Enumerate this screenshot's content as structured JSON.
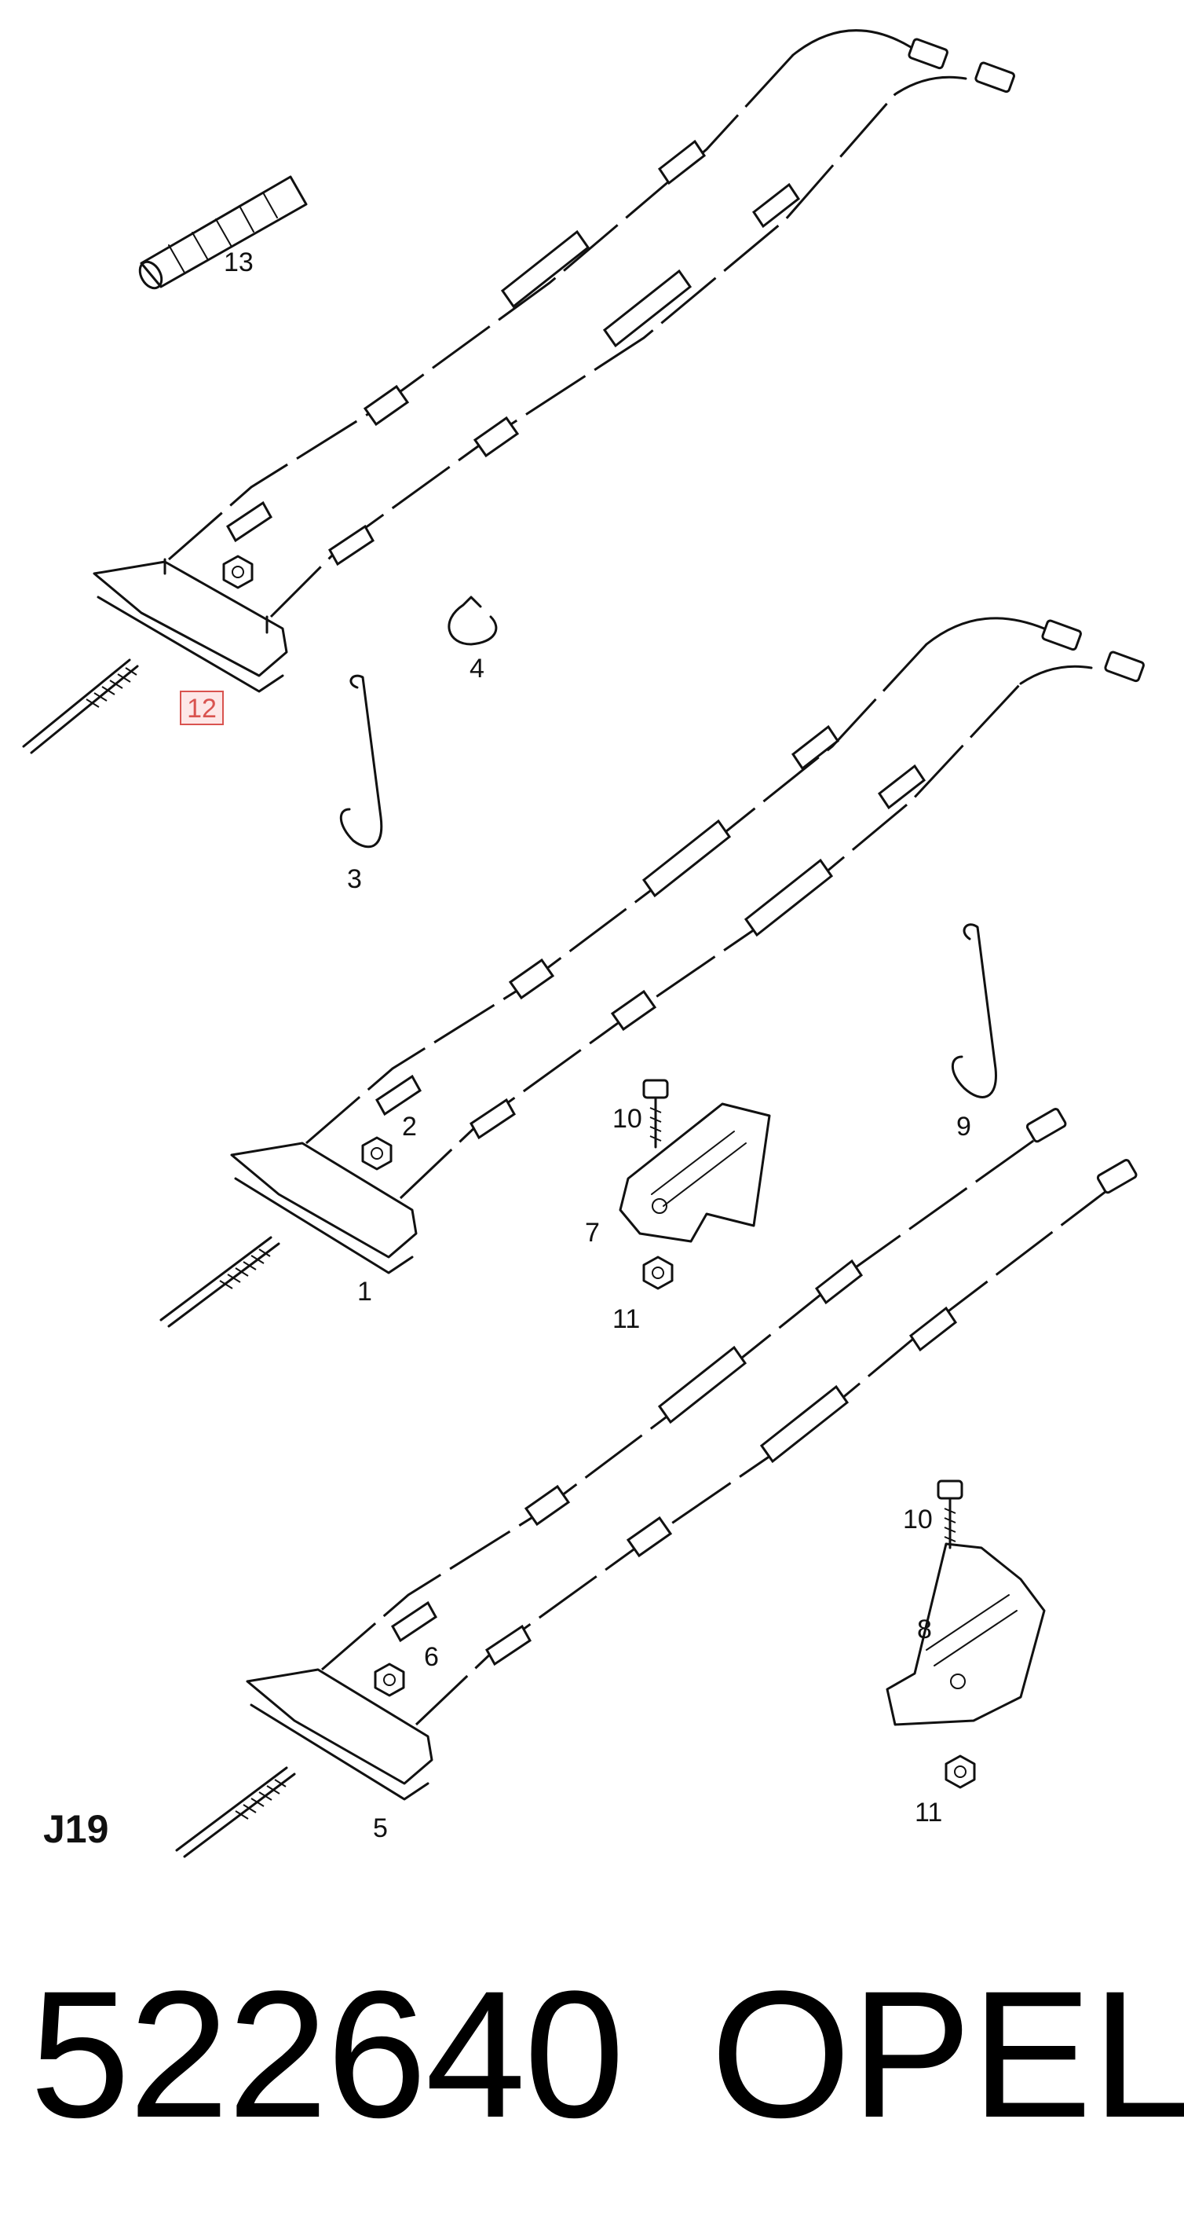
{
  "diagram_id": "J19",
  "part_number": "522640",
  "brand": "OPEL",
  "highlighted_callout": "12",
  "callouts": {
    "c1": "1",
    "c2": "2",
    "c3": "3",
    "c4": "4",
    "c5": "5",
    "c6": "6",
    "c7": "7",
    "c8": "8",
    "c9": "9",
    "c10a": "10",
    "c10b": "10",
    "c11a": "11",
    "c11b": "11",
    "c13": "13"
  },
  "highlight_color": "#d9534f"
}
